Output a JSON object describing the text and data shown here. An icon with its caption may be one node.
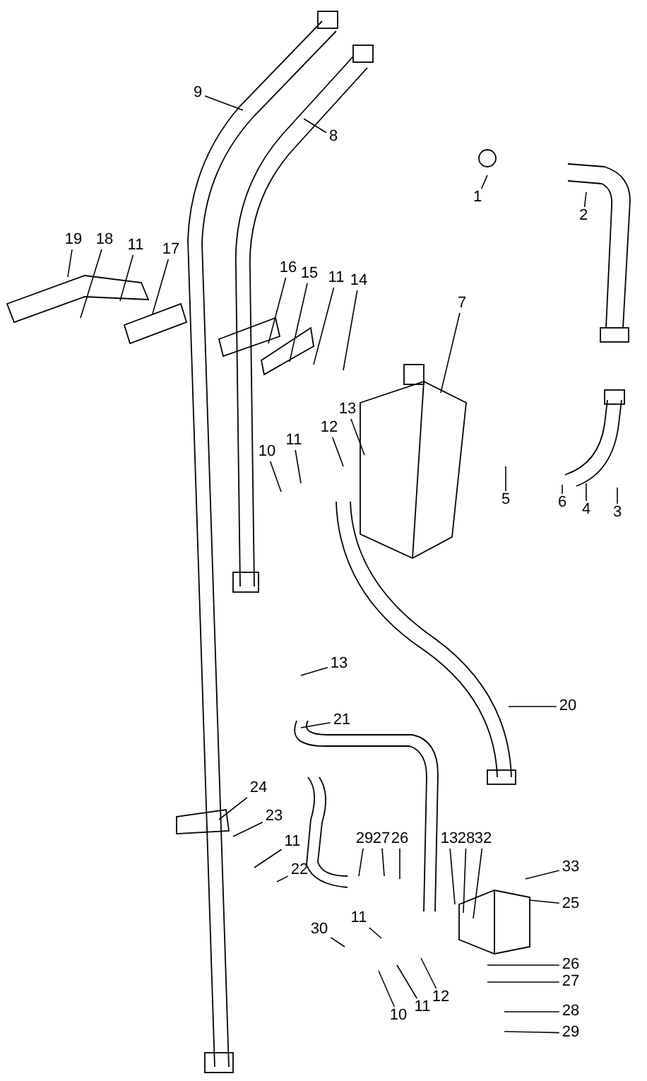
{
  "diagram": {
    "nodes": [
      {
        "text": [
          "9"
        ]
      },
      {
        "text": [
          "8"
        ]
      },
      {
        "text": [
          "1"
        ]
      },
      {
        "text": [
          "2"
        ]
      },
      {
        "text": [
          "19"
        ]
      },
      {
        "text": [
          "18"
        ]
      },
      {
        "text": [
          "11"
        ]
      },
      {
        "text": [
          "17"
        ]
      },
      {
        "text": [
          "16"
        ]
      },
      {
        "text": [
          "15"
        ]
      },
      {
        "text": [
          "11"
        ]
      },
      {
        "text": [
          "14"
        ]
      },
      {
        "text": [
          "7"
        ]
      },
      {
        "text": [
          "13"
        ]
      },
      {
        "text": [
          "12"
        ]
      },
      {
        "text": [
          "11"
        ]
      },
      {
        "text": [
          "10"
        ]
      },
      {
        "text": [
          "5"
        ]
      },
      {
        "text": [
          "6"
        ]
      },
      {
        "text": [
          "4"
        ]
      },
      {
        "text": [
          "3"
        ]
      },
      {
        "text": [
          "13"
        ]
      },
      {
        "text": [
          "21"
        ]
      },
      {
        "text": [
          "20"
        ]
      },
      {
        "text": [
          "24"
        ]
      },
      {
        "text": [
          "23"
        ]
      },
      {
        "text": [
          "11"
        ]
      },
      {
        "text": [
          "22"
        ]
      },
      {
        "text": [
          "29"
        ]
      },
      {
        "text": [
          "27"
        ]
      },
      {
        "text": [
          "26"
        ]
      },
      {
        "text": [
          "13"
        ]
      },
      {
        "text": [
          "28"
        ]
      },
      {
        "text": [
          "32"
        ]
      },
      {
        "text": [
          "33"
        ]
      },
      {
        "text": [
          "30"
        ]
      },
      {
        "text": [
          "11"
        ]
      },
      {
        "text": [
          "25"
        ]
      },
      {
        "text": [
          "26"
        ]
      },
      {
        "text": [
          "27"
        ]
      },
      {
        "text": [
          "28"
        ]
      },
      {
        "text": [
          "29"
        ]
      },
      {
        "text": [
          "12"
        ]
      },
      {
        "text": [
          "11"
        ]
      },
      {
        "text": [
          "10"
        ]
      }
    ],
    "edges": [
      {
        "from": 0,
        "to": null,
        "arrow": "none"
      },
      {
        "from": 1,
        "to": null,
        "arrow": "none"
      },
      {
        "from": 2,
        "to": null,
        "arrow": "none"
      },
      {
        "from": 3,
        "to": null,
        "arrow": "none"
      },
      {
        "from": 4,
        "to": null,
        "arrow": "none"
      },
      {
        "from": 5,
        "to": null,
        "arrow": "none"
      },
      {
        "from": 6,
        "to": null,
        "arrow": "none"
      },
      {
        "from": 7,
        "to": null,
        "arrow": "none"
      },
      {
        "from": 8,
        "to": null,
        "arrow": "none"
      },
      {
        "from": 9,
        "to": null,
        "arrow": "none"
      },
      {
        "from": 10,
        "to": null,
        "arrow": "none"
      },
      {
        "from": 11,
        "to": null,
        "arrow": "none"
      },
      {
        "from": 12,
        "to": null,
        "arrow": "none"
      },
      {
        "from": 13,
        "to": null,
        "arrow": "none"
      },
      {
        "from": 14,
        "to": null,
        "arrow": "none"
      },
      {
        "from": 15,
        "to": null,
        "arrow": "none"
      },
      {
        "from": 16,
        "to": null,
        "arrow": "none"
      },
      {
        "from": 17,
        "to": null,
        "arrow": "none"
      },
      {
        "from": 18,
        "to": null,
        "arrow": "none"
      },
      {
        "from": 19,
        "to": null,
        "arrow": "none"
      },
      {
        "from": 20,
        "to": null,
        "arrow": "none"
      },
      {
        "from": 21,
        "to": null,
        "arrow": "none"
      },
      {
        "from": 22,
        "to": null,
        "arrow": "none"
      },
      {
        "from": 23,
        "to": null,
        "arrow": "none"
      },
      {
        "from": 24,
        "to": null,
        "arrow": "none"
      },
      {
        "from": 25,
        "to": null,
        "arrow": "none"
      },
      {
        "from": 26,
        "to": null,
        "arrow": "none"
      },
      {
        "from": 27,
        "to": null,
        "arrow": "none"
      },
      {
        "from": 28,
        "to": null,
        "arrow": "none"
      },
      {
        "from": 29,
        "to": null,
        "arrow": "none"
      },
      {
        "from": 30,
        "to": null,
        "arrow": "none"
      },
      {
        "from": 31,
        "to": null,
        "arrow": "none"
      },
      {
        "from": 32,
        "to": null,
        "arrow": "none"
      },
      {
        "from": 33,
        "to": null,
        "arrow": "none"
      },
      {
        "from": 34,
        "to": null,
        "arrow": "none"
      },
      {
        "from": 35,
        "to": null,
        "arrow": "none"
      },
      {
        "from": 36,
        "to": null,
        "arrow": "none"
      },
      {
        "from": 37,
        "to": null,
        "arrow": "none"
      },
      {
        "from": 38,
        "to": null,
        "arrow": "none"
      },
      {
        "from": 39,
        "to": null,
        "arrow": "none"
      },
      {
        "from": 40,
        "to": null,
        "arrow": "none"
      },
      {
        "from": 41,
        "to": null,
        "arrow": "none"
      },
      {
        "from": 42,
        "to": null,
        "arrow": "none"
      },
      {
        "from": 43,
        "to": null,
        "arrow": "none"
      },
      {
        "from": 44,
        "to": null,
        "arrow": "none"
      }
    ]
  }
}
